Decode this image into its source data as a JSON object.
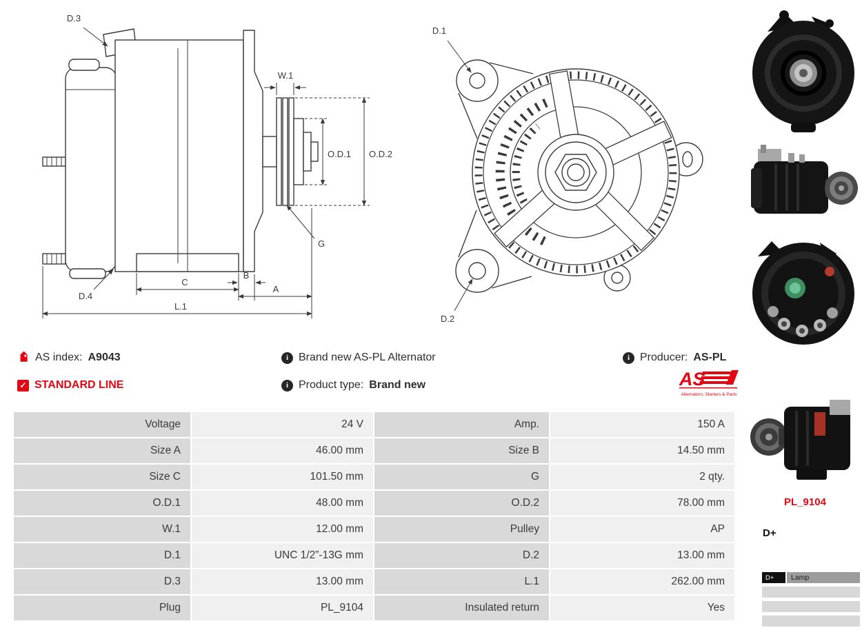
{
  "info": {
    "as_index": {
      "label": "AS index:",
      "value": "A9043"
    },
    "standard_line": "STANDARD LINE",
    "brand_new": "Brand new AS-PL Alternator",
    "product_type": {
      "label": "Product type:",
      "value": "Brand new"
    },
    "producer": {
      "label": "Producer:",
      "value": "AS-PL"
    },
    "logo": {
      "text": "AS",
      "tagline": "Alternators, Starters & Parts"
    }
  },
  "icons": {
    "check_glyph": "✓",
    "info_glyph": "i"
  },
  "drawings": {
    "side": {
      "d3": "D.3",
      "d4": "D.4",
      "w1": "W.1",
      "od1": "O.D.1",
      "od2": "O.D.2",
      "g": "G",
      "c": "C",
      "b": "B",
      "a": "A",
      "l1": "L.1"
    },
    "front": {
      "d1": "D.1",
      "d2": "D.2"
    }
  },
  "spec_table": {
    "rows": [
      {
        "label1": "Voltage",
        "value1": "24 V",
        "label2": "Amp.",
        "value2": "150 A"
      },
      {
        "label1": "Size A",
        "value1": "46.00 mm",
        "label2": "Size B",
        "value2": "14.50 mm"
      },
      {
        "label1": "Size C",
        "value1": "101.50 mm",
        "label2": "G",
        "value2": "2 qty."
      },
      {
        "label1": "O.D.1",
        "value1": "48.00 mm",
        "label2": "O.D.2",
        "value2": "78.00 mm"
      },
      {
        "label1": "W.1",
        "value1": "12.00 mm",
        "label2": "Pulley",
        "value2": "AP"
      },
      {
        "label1": "D.1",
        "value1": "UNC 1/2”-13G mm",
        "label2": "D.2",
        "value2": "13.00 mm"
      },
      {
        "label1": "D.3",
        "value1": "13.00 mm",
        "label2": "L.1",
        "value2": "262.00 mm"
      },
      {
        "label1": "Plug",
        "value1": "PL_9104",
        "label2": "Insulated return",
        "value2": "Yes"
      }
    ]
  },
  "side_panel": {
    "plug_code": "PL_9104",
    "terminal": "D+",
    "pin_table": {
      "pin": "D+",
      "desc": "Lamp"
    }
  },
  "colors": {
    "accent_red": "#e30613",
    "table_label_bg": "#d9d9d9",
    "table_value_bg": "#f0f0f0",
    "drawing_line": "#3a3a3a"
  }
}
